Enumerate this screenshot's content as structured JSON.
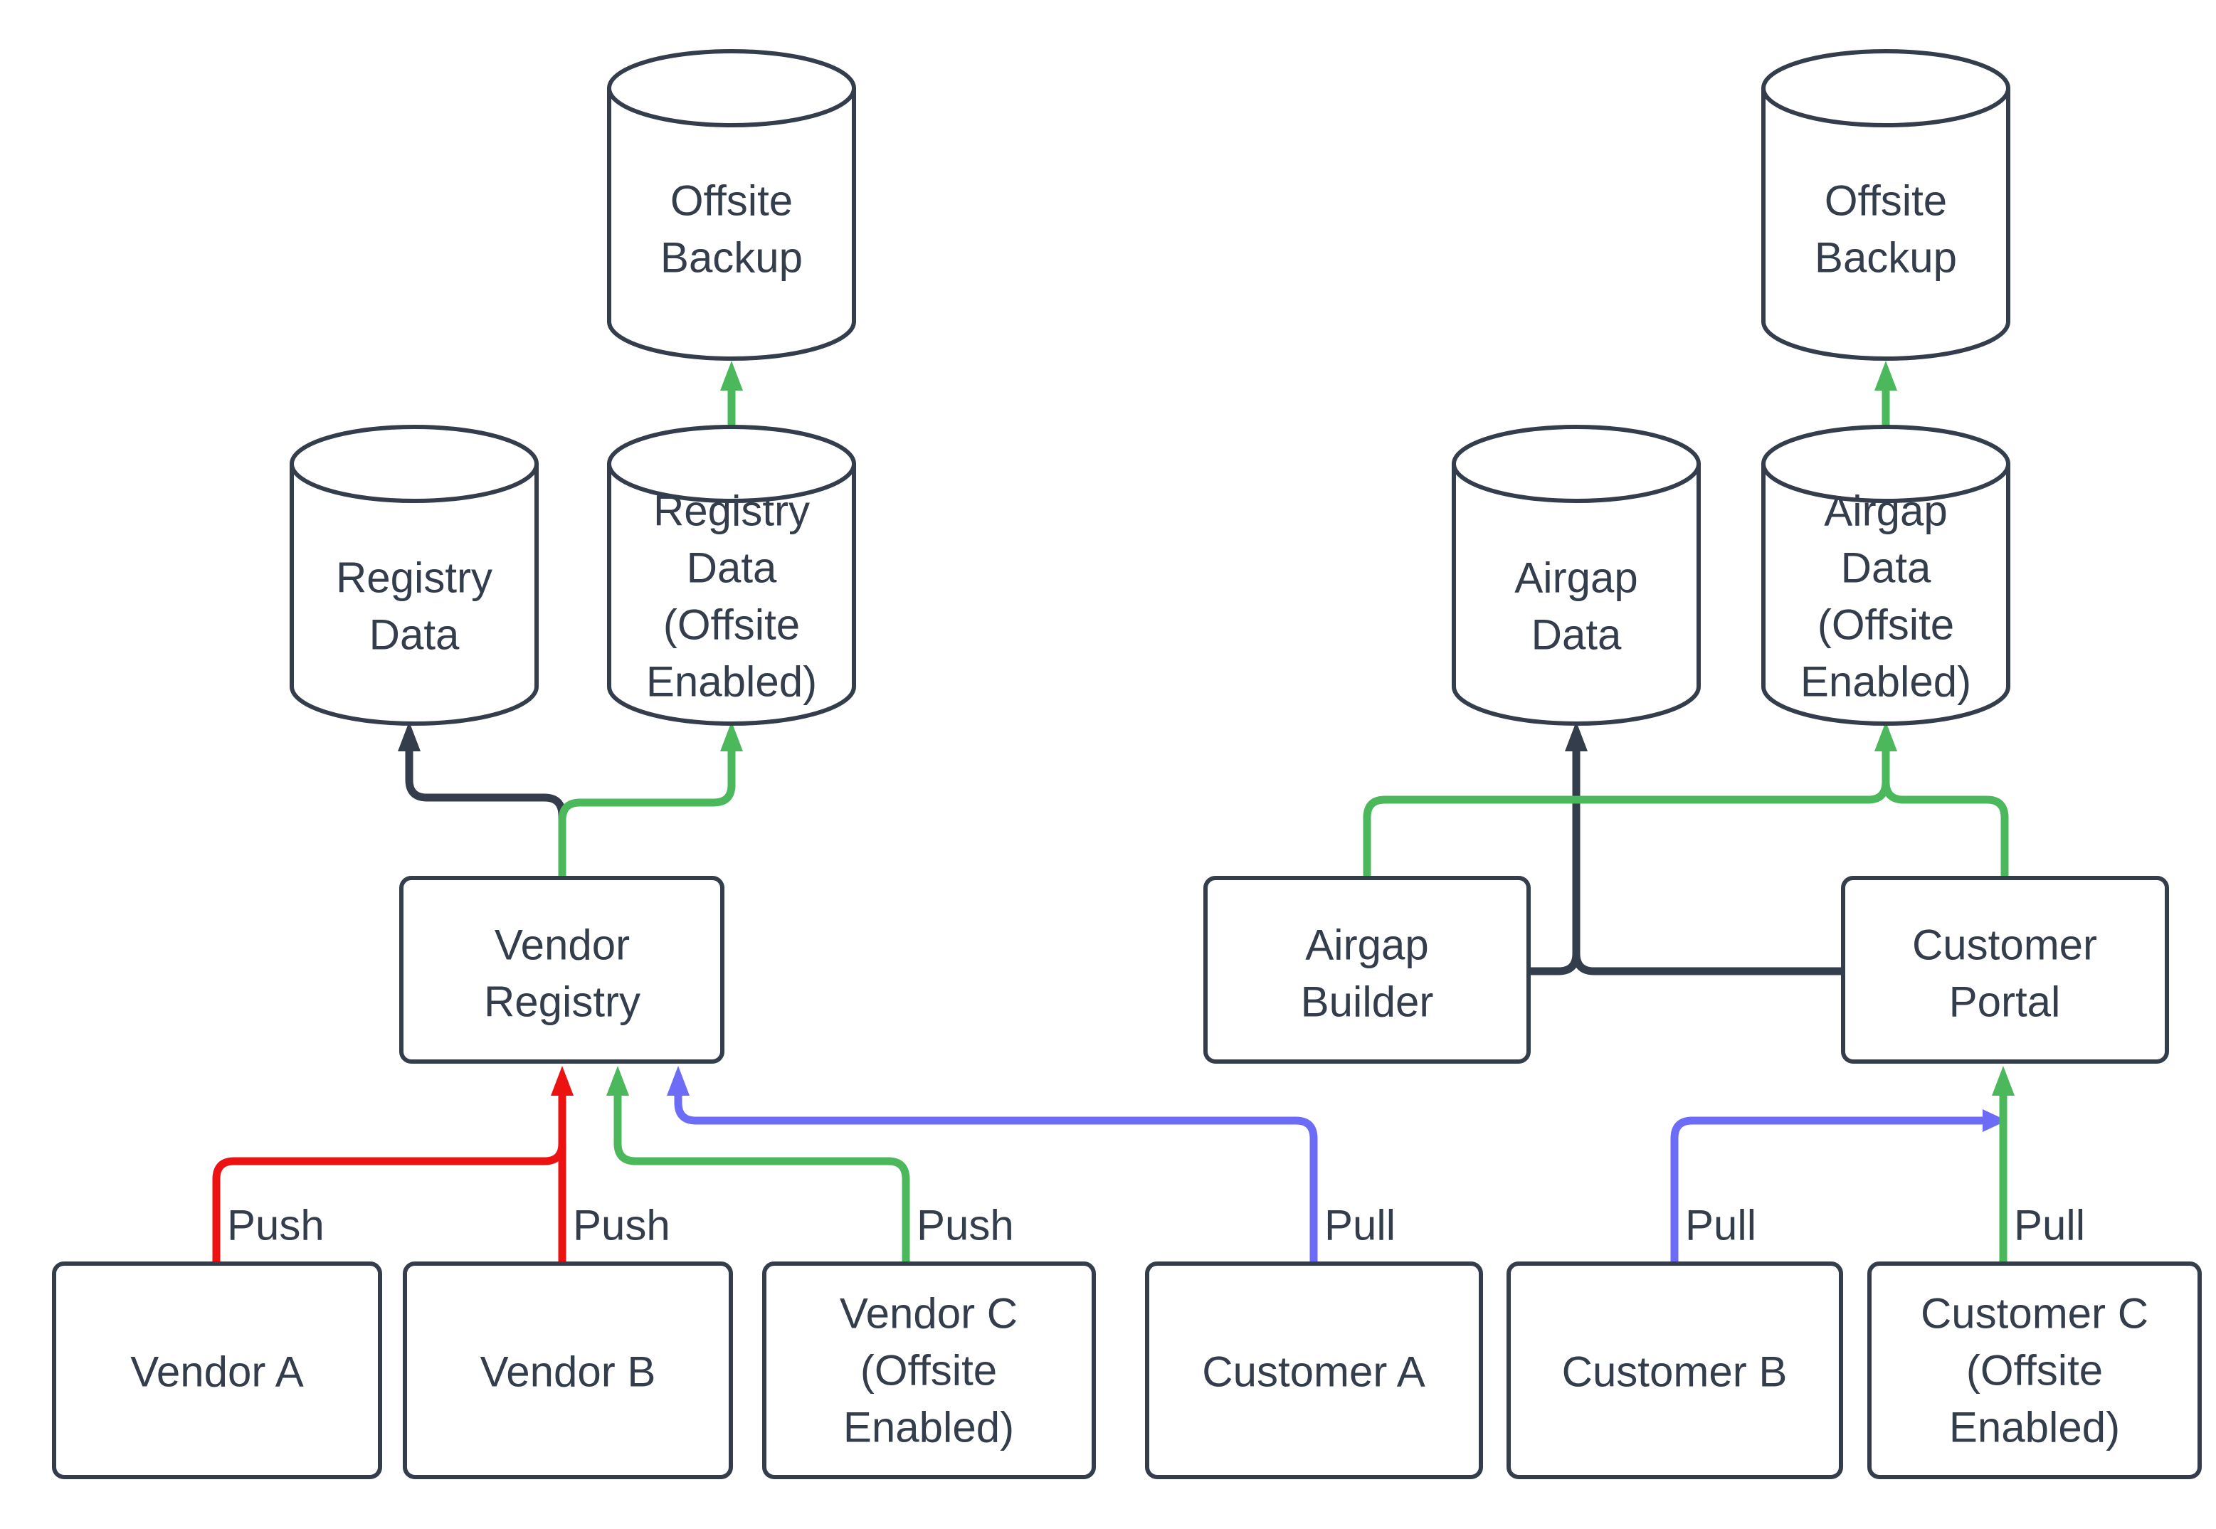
{
  "diagram_title": "Registry / Airgap data flow diagram",
  "colors": {
    "dark": "#333d4b",
    "green": "#4cb85c",
    "blue": "#6c6cf7",
    "red": "#ed1212",
    "background": "#ffffff"
  },
  "nodes": {
    "offsite_backup_left": {
      "shape": "cylinder",
      "lines": [
        "Offsite",
        "Backup"
      ]
    },
    "registry_data": {
      "shape": "cylinder",
      "lines": [
        "Registry",
        "Data"
      ]
    },
    "registry_data_offsite": {
      "shape": "cylinder",
      "lines": [
        "Registry",
        "Data",
        "(Offsite",
        "Enabled)"
      ]
    },
    "vendor_registry": {
      "shape": "rect",
      "lines": [
        "Vendor",
        "Registry"
      ]
    },
    "vendor_a": {
      "shape": "rect",
      "lines": [
        "Vendor A"
      ]
    },
    "vendor_b": {
      "shape": "rect",
      "lines": [
        "Vendor B"
      ]
    },
    "vendor_c": {
      "shape": "rect",
      "lines": [
        "Vendor C",
        "(Offsite",
        "Enabled)"
      ]
    },
    "offsite_backup_right": {
      "shape": "cylinder",
      "lines": [
        "Offsite",
        "Backup"
      ]
    },
    "airgap_data": {
      "shape": "cylinder",
      "lines": [
        "Airgap",
        "Data"
      ]
    },
    "airgap_data_offsite": {
      "shape": "cylinder",
      "lines": [
        "Airgap",
        "Data",
        "(Offsite",
        "Enabled)"
      ]
    },
    "airgap_builder": {
      "shape": "rect",
      "lines": [
        "Airgap",
        "Builder"
      ]
    },
    "customer_portal": {
      "shape": "rect",
      "lines": [
        "Customer",
        "Portal"
      ]
    },
    "customer_a": {
      "shape": "rect",
      "lines": [
        "Customer A"
      ]
    },
    "customer_b": {
      "shape": "rect",
      "lines": [
        "Customer B"
      ]
    },
    "customer_c": {
      "shape": "rect",
      "lines": [
        "Customer C",
        "(Offsite",
        "Enabled)"
      ]
    }
  },
  "edge_labels": {
    "push_vendor_a": "Push",
    "push_vendor_b": "Push",
    "push_vendor_c": "Push",
    "pull_customer_a": "Pull",
    "pull_customer_b": "Pull",
    "pull_customer_c": "Pull"
  }
}
